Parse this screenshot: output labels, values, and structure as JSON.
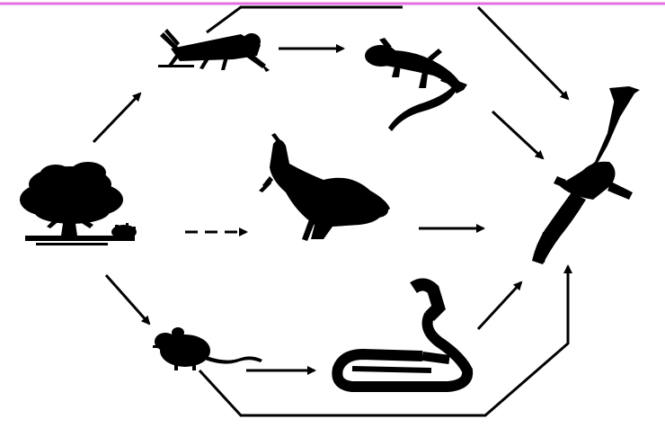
{
  "diagram": {
    "type": "food-web",
    "organisms": [
      {
        "id": "tree",
        "icon": "tree-icon"
      },
      {
        "id": "grasshopper",
        "icon": "grasshopper-icon"
      },
      {
        "id": "lizard",
        "icon": "lizard-icon"
      },
      {
        "id": "rabbit",
        "icon": "rabbit-icon"
      },
      {
        "id": "mouse",
        "icon": "mouse-icon"
      },
      {
        "id": "snake",
        "icon": "snake-icon"
      },
      {
        "id": "eagle",
        "icon": "eagle-icon"
      }
    ],
    "links": [
      {
        "from": "tree",
        "to": "grasshopper"
      },
      {
        "from": "tree",
        "to": "rabbit"
      },
      {
        "from": "tree",
        "to": "mouse"
      },
      {
        "from": "grasshopper",
        "to": "lizard"
      },
      {
        "from": "grasshopper",
        "to": "eagle"
      },
      {
        "from": "lizard",
        "to": "eagle"
      },
      {
        "from": "rabbit",
        "to": "eagle"
      },
      {
        "from": "mouse",
        "to": "snake"
      },
      {
        "from": "mouse",
        "to": "eagle"
      },
      {
        "from": "snake",
        "to": "eagle"
      }
    ],
    "colors": {
      "ink": "#000000",
      "border": "#e070e0",
      "background": "#ffffff"
    }
  }
}
